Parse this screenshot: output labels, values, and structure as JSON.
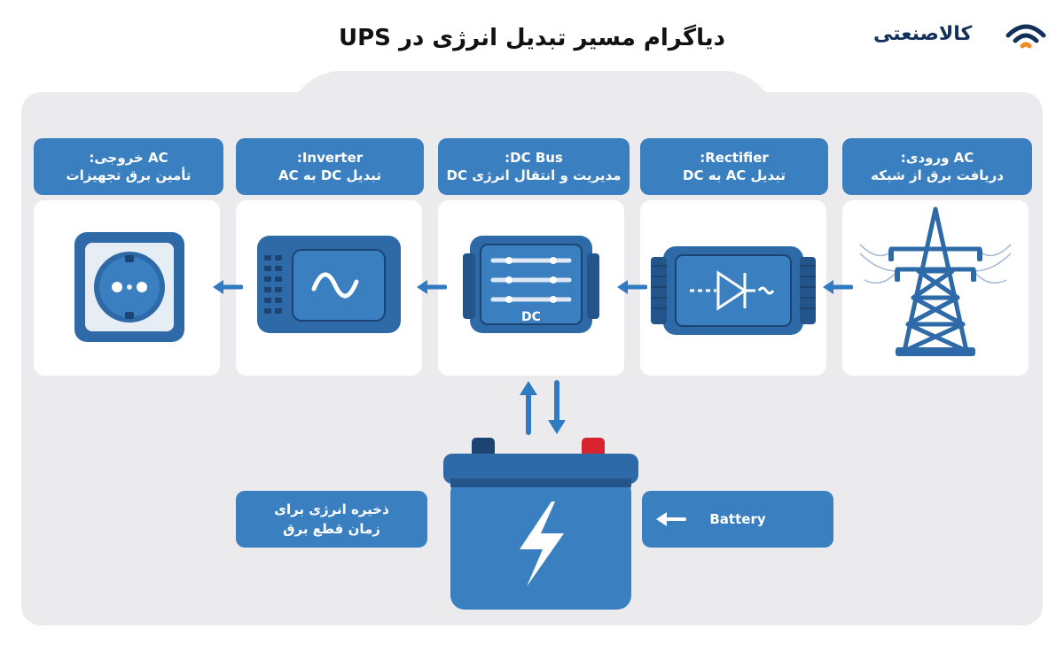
{
  "title": "دیاگرام مسیر تبدیل انرژی در UPS",
  "brand": {
    "name": "کالاصنعتی"
  },
  "stages": [
    {
      "line1": "AC ورودی:",
      "line2": "دریافت برق از شبکه",
      "icon": "power-tower-icon"
    },
    {
      "line1": "Rectifier:",
      "line2": "تبدیل AC به DC",
      "icon": "rectifier-icon"
    },
    {
      "line1": "DC Bus:",
      "line2": "مدیریت و انتقال انرژی DC",
      "icon": "dc-bus-icon",
      "device_text": "DC"
    },
    {
      "line1": "Inverter:",
      "line2": "تبدیل DC به AC",
      "icon": "inverter-icon"
    },
    {
      "line1": "AC خروجی:",
      "line2": "تأمین برق تجهیزات",
      "icon": "power-outlet-icon"
    }
  ],
  "battery": {
    "label": "Battery",
    "note_line1": "ذخیره انرژی برای",
    "note_line2": "زمان قطع برق",
    "icon": "battery-icon"
  },
  "colors": {
    "accent": "#3a7fbf",
    "device": "#2e6aa8",
    "panel": "#ebebed"
  }
}
